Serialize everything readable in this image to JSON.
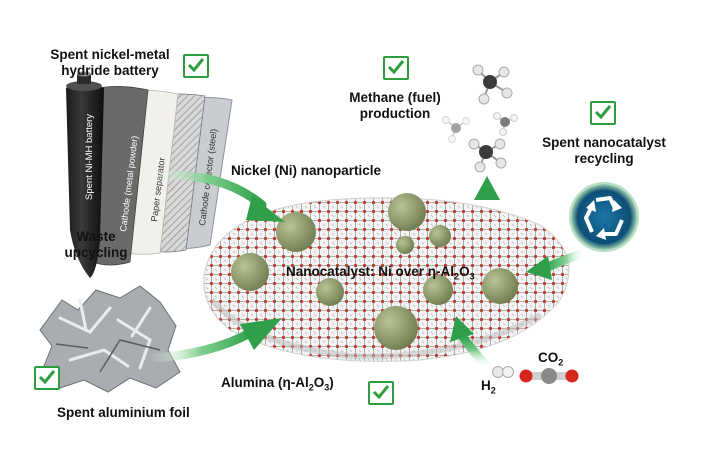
{
  "labels": {
    "battery_line1": "Spent nickel-metal",
    "battery_line2": "hydride battery",
    "waste_line1": "Waste",
    "waste_line2": "upcycling",
    "foil": "Spent aluminium foil",
    "nickel": "Nickel (Ni) nanoparticle",
    "methane_line1": "Methane (fuel)",
    "methane_line2": "production",
    "recycle_line1": "Spent nanocatalyst",
    "recycle_line2": "recycling",
    "nanocatalyst_prefix": "Nanocatalyst: Ni over η-Al",
    "nanocatalyst_sub1": "2",
    "nanocatalyst_mid": "O",
    "nanocatalyst_sub2": "3",
    "alumina_prefix": "Alumina (η-Al",
    "alumina_sub1": "2",
    "alumina_mid": "O",
    "alumina_sub2": "3",
    "alumina_suffix": ")",
    "h2": "H",
    "h2_sub": "2",
    "co2": "CO",
    "co2_sub": "2"
  },
  "battery_layers": {
    "can": "Spent Ni-MH battery",
    "cathode": "Cathode (metal powder)",
    "separator": "Paper separator",
    "collector": "Cathode collector (steel)"
  },
  "colors": {
    "arrow_green": "#35a853",
    "check_green": "#2e9d3e",
    "nickel_particle": "#8c9a6a",
    "recycle_blue": "#0f5f8e"
  }
}
